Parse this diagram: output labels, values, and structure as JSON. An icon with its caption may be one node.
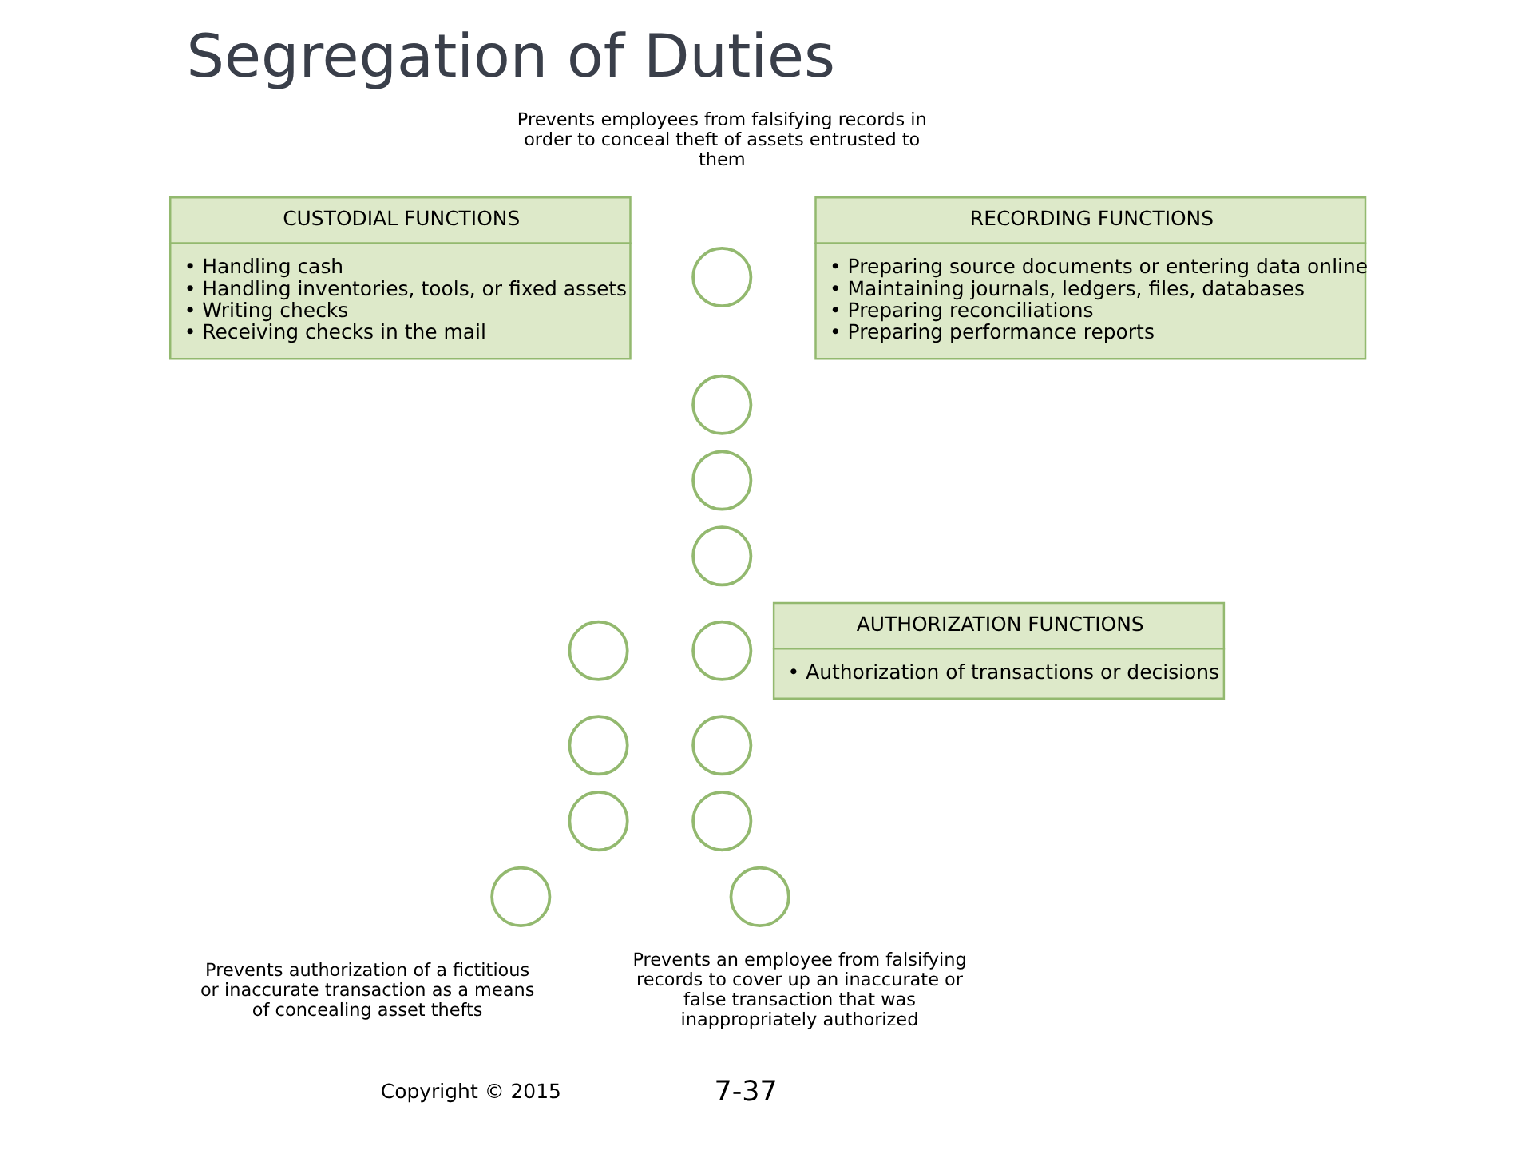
{
  "diagram": {
    "title": "Segregation of Duties",
    "nodes": [
      {
        "text": [
          "CUSTODIAL FUNCTIONS",
          "• Handling cash",
          "• Handling inventories, tools, or fixed assets",
          "• Writing checks",
          "• Receiving checks in the mail"
        ]
      },
      {
        "text": [],
        "shape": "circle"
      },
      {
        "text": [],
        "shape": "circle"
      },
      {
        "text": [],
        "shape": "circle"
      },
      {
        "text": [],
        "shape": "circle"
      },
      {
        "text": [
          "RECORDING FUNCTIONS",
          "• Preparing source documents or entering data online",
          "• Maintaining journals, ledgers, files, databases",
          "• Preparing reconciliations",
          "• Preparing performance reports"
        ]
      },
      {
        "text": [],
        "shape": "circle"
      },
      {
        "text": [],
        "shape": "circle"
      },
      {
        "text": [],
        "shape": "circle"
      },
      {
        "text": [],
        "shape": "circle"
      },
      {
        "text": [],
        "shape": "circle"
      },
      {
        "text": [],
        "shape": "circle"
      },
      {
        "text": [],
        "shape": "circle"
      },
      {
        "text": [],
        "shape": "circle"
      },
      {
        "text": [
          "AUTHORIZATION FUNCTIONS",
          "• Authorization of transactions or decisions"
        ]
      }
    ],
    "edges": [],
    "labels": [
      "Prevents employees from falsifying records in order to conceal theft of assets entrusted to them",
      "Prevents authorization of a fictitious or inaccurate transaction as a means of concealing asset thefts",
      "Prevents an employee from falsifying records to cover up an inaccurate or false transaction that was inappropriately authorized",
      "Copyright © 2015",
      "7-37"
    ]
  }
}
